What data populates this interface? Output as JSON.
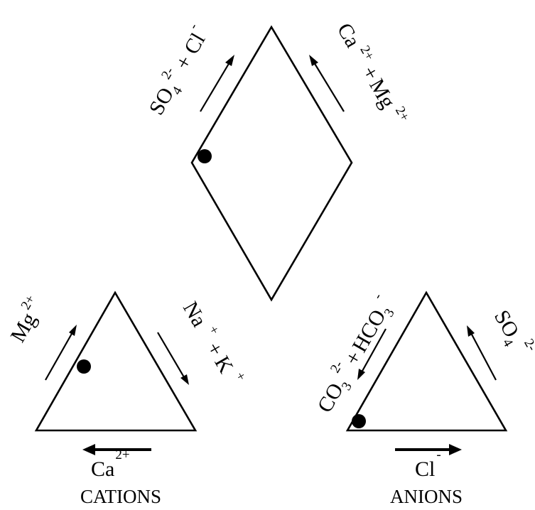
{
  "diamond": {
    "left_label": {
      "base": "SO",
      "sub": "4",
      "sup": "2-",
      "plus": "+",
      "ion": "Cl",
      "ion_sup": "-"
    },
    "right_label": {
      "ion1": "Ca",
      "ion1_sup": "2+",
      "plus": "+",
      "ion2": "Mg",
      "ion2_sup": "2+"
    }
  },
  "cations": {
    "caption": "CATIONS",
    "left_label": {
      "ion": "Mg",
      "sup": "2+"
    },
    "right_label": {
      "ion1": "Na",
      "ion1_sup": "+",
      "plus": "+",
      "ion2": "K",
      "ion2_sup": "+"
    },
    "bottom_label": {
      "ion": "Ca",
      "sup": "2+"
    }
  },
  "anions": {
    "caption": "ANIONS",
    "left_label": {
      "ion1": "CO",
      "ion1_sub": "3",
      "ion1_sup": "2-",
      "plus": "+",
      "ion2": "HCO",
      "ion2_sub": "3",
      "ion2_sup": "-"
    },
    "right_label": {
      "ion": "SO",
      "sub": "4",
      "sup": "2-"
    },
    "bottom_label": {
      "ion": "Cl",
      "sup": "-"
    }
  }
}
